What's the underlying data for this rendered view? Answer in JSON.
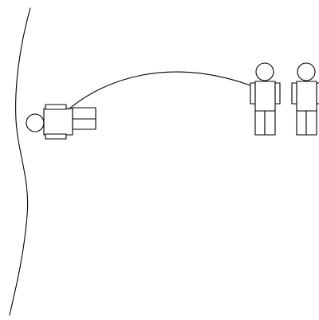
{
  "colors": {
    "background": "#ffffff",
    "line": "#000000"
  },
  "scene": {
    "elements": [
      "boundary-curve",
      "lying-figure",
      "standing-figure-left",
      "standing-figure-right",
      "connecting-arc"
    ]
  }
}
